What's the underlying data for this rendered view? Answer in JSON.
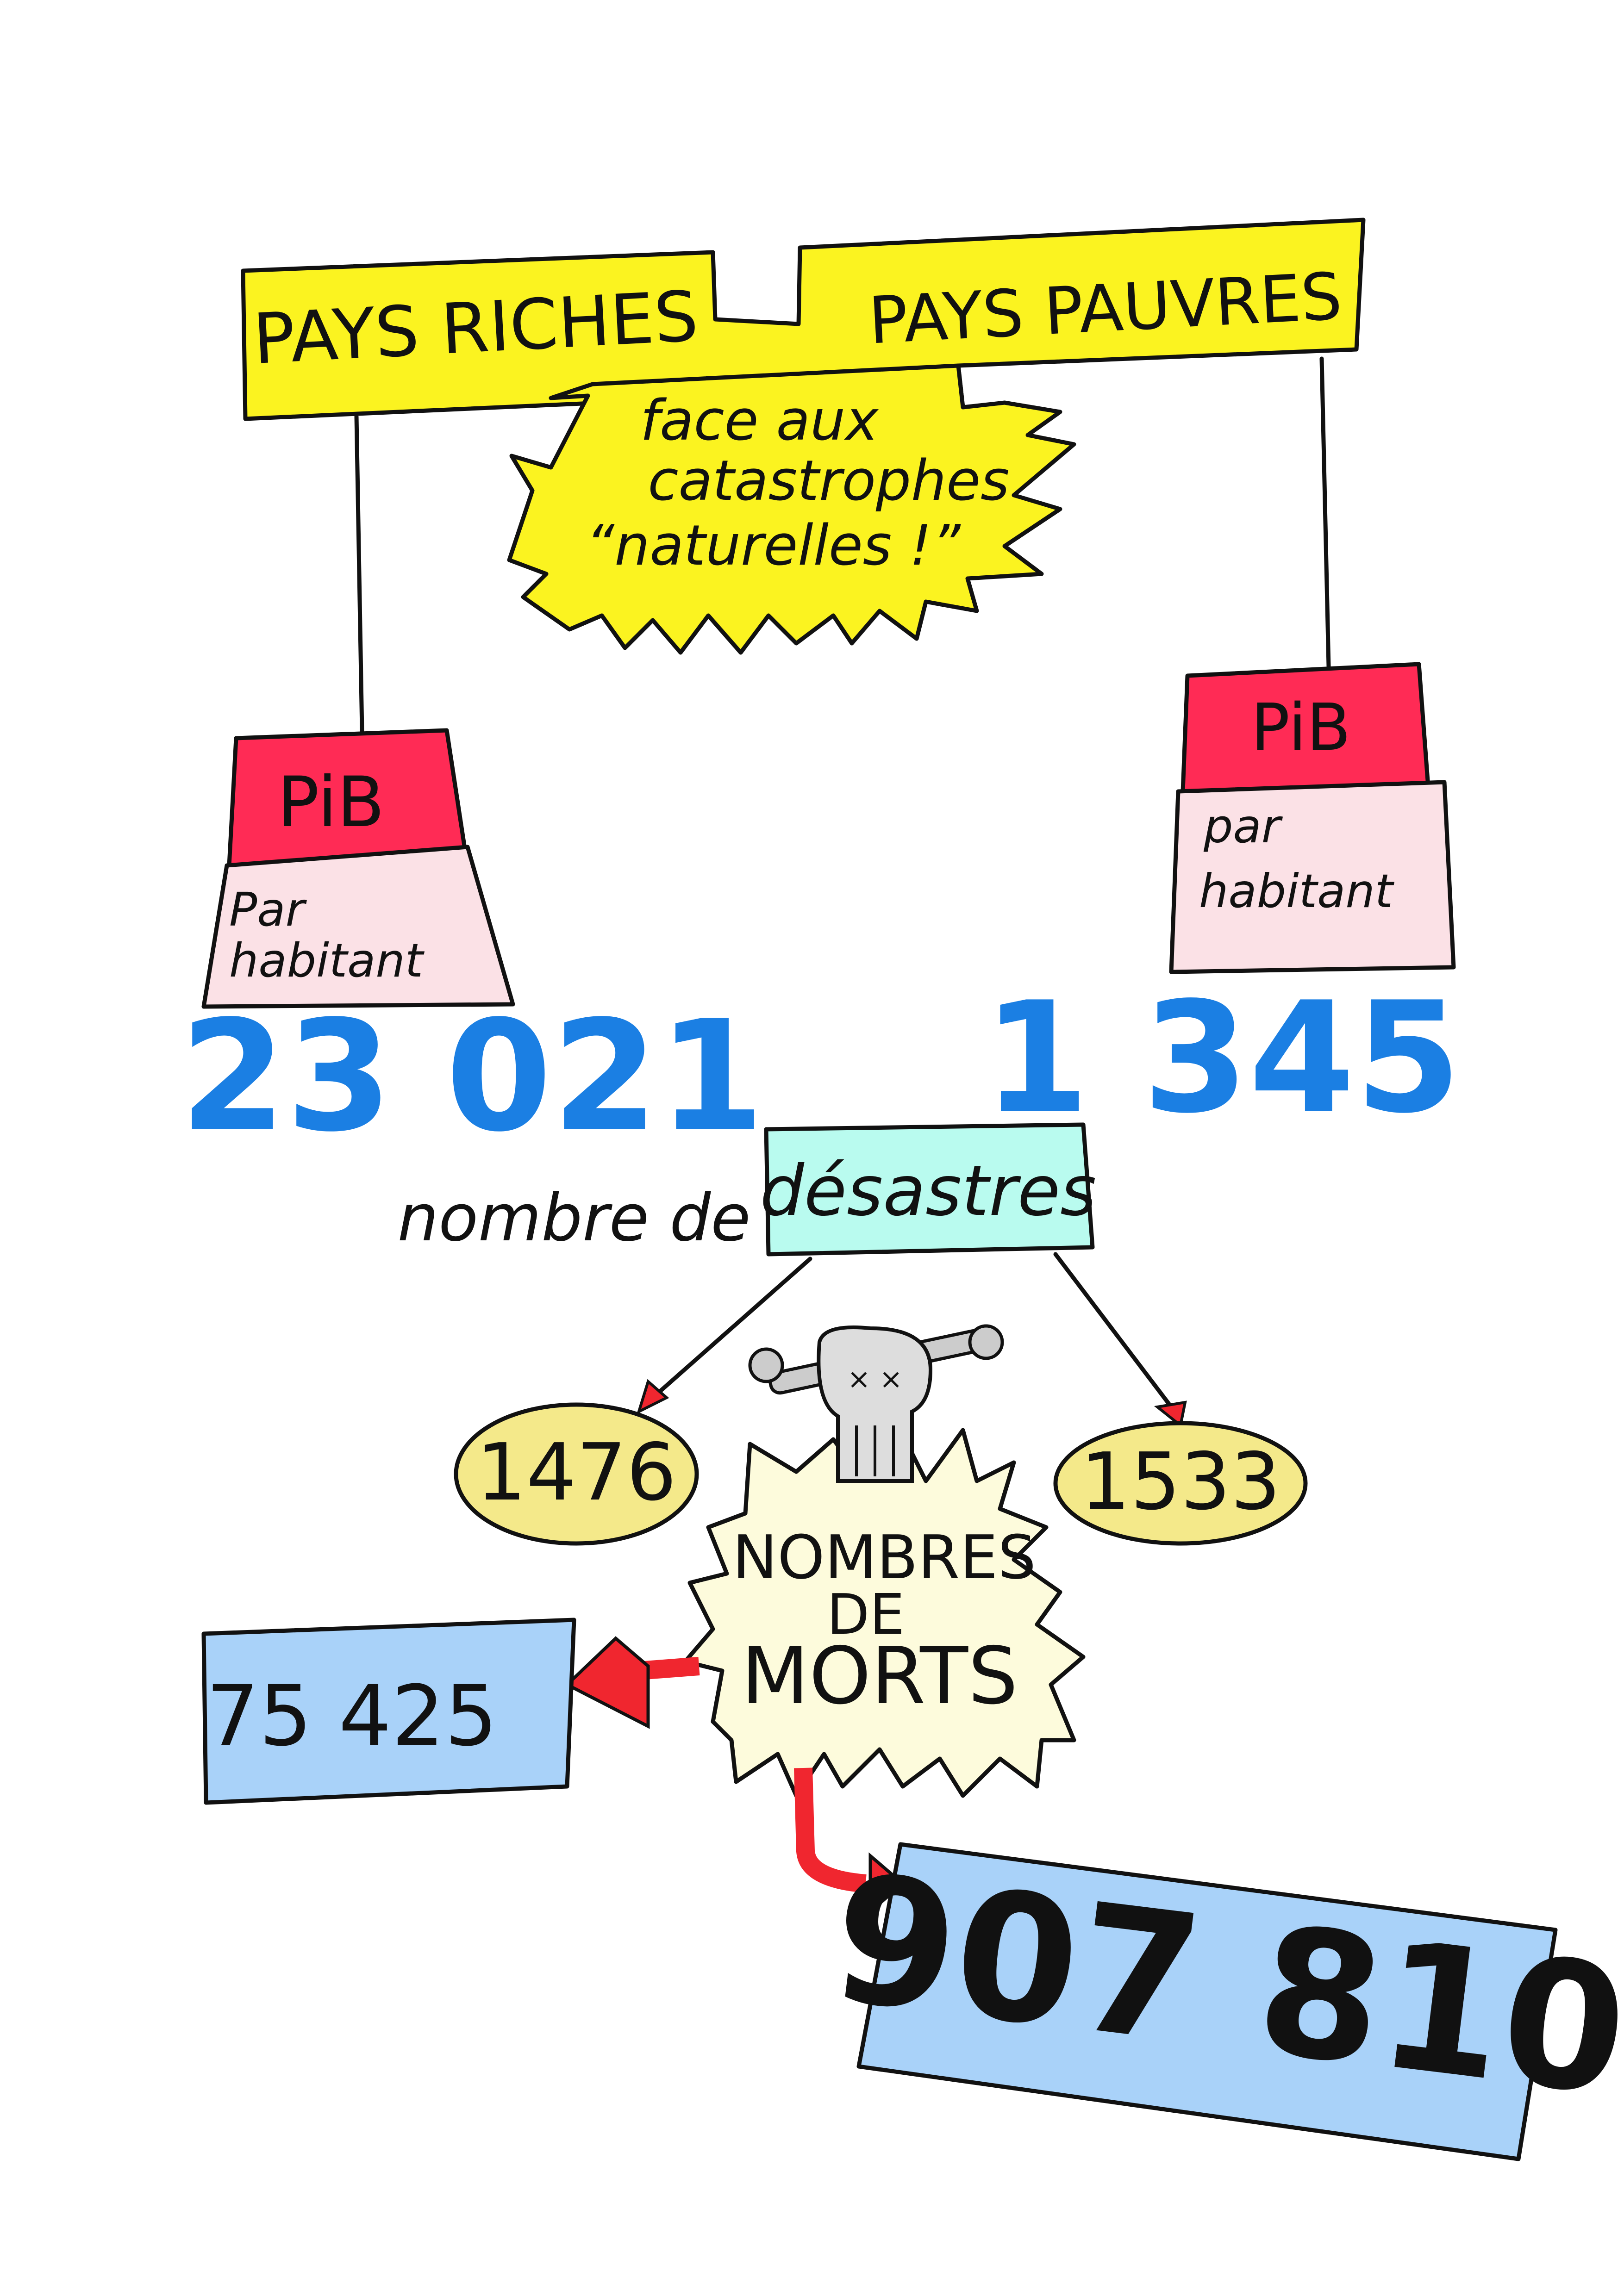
{
  "title": {
    "left": "PAYS RICHES",
    "right": "PAYS PAUVRES",
    "subtitle_lines": [
      "face aux",
      "catastrophes",
      "“naturelles !”"
    ]
  },
  "rich": {
    "gdp_label": "PiB",
    "per_capita_lines": [
      "Par",
      "habitant"
    ],
    "gdp_value": "23 021",
    "disasters": "1476",
    "deaths": "75 425"
  },
  "poor": {
    "gdp_label": "PiB",
    "per_capita_lines": [
      "par",
      "habitant"
    ],
    "gdp_value": "1 345",
    "disasters": "1533",
    "deaths": "907 810"
  },
  "disasters_label": {
    "prefix": "nombre de",
    "boxed": "désastres"
  },
  "deaths_label_lines": [
    "NOMBRES",
    "DE",
    "MORTS"
  ],
  "icons": {
    "skull": "skull-crossbones-icon"
  },
  "colors": {
    "banner_yellow": "#fbf320",
    "pib_red": "#ff2b55",
    "pink": "#fbe1e6",
    "gdp_blue": "#1b7fe3",
    "cyan": "#b9fbef",
    "ellipse_yellow": "#f4e98a",
    "death_burst": "#fdfbdc",
    "box_blue": "#a9d2f9",
    "arrow_red": "#f0262f"
  }
}
